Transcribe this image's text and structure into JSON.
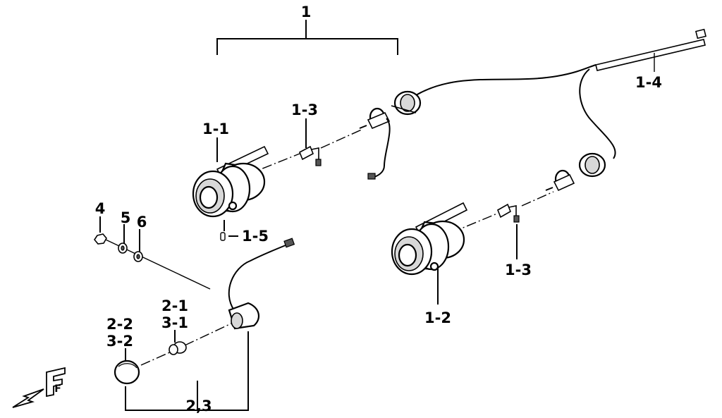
{
  "callouts": [
    {
      "id": "1",
      "text": "1"
    },
    {
      "id": "1-1",
      "text": "1-1"
    },
    {
      "id": "1-2",
      "text": "1-2"
    },
    {
      "id": "1-3a",
      "text": "1-3"
    },
    {
      "id": "1-3b",
      "text": "1-3"
    },
    {
      "id": "1-4",
      "text": "1-4"
    },
    {
      "id": "1-5",
      "text": "1-5"
    },
    {
      "id": "4",
      "text": "4"
    },
    {
      "id": "5",
      "text": "5"
    },
    {
      "id": "6",
      "text": "6"
    },
    {
      "id": "2-1",
      "text": "2-1"
    },
    {
      "id": "3-1",
      "text": "3-1"
    },
    {
      "id": "2-2",
      "text": "2-2"
    },
    {
      "id": "3-2",
      "text": "3-2"
    },
    {
      "id": "2,3",
      "text": "2,3"
    }
  ],
  "direction_marker": {
    "letter": "F",
    "icon": "front-arrow-icon"
  }
}
